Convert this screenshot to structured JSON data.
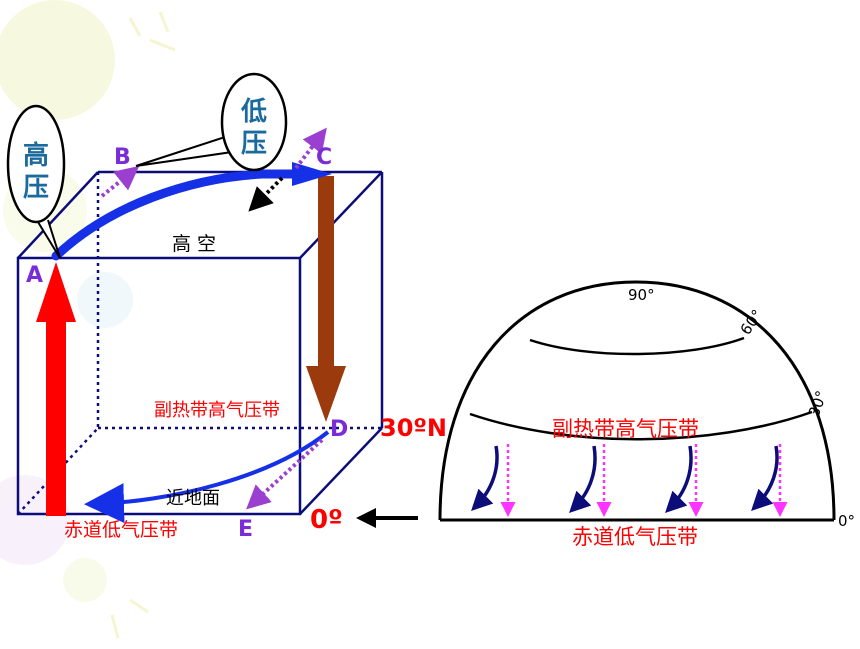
{
  "cube": {
    "letters": {
      "a": "A",
      "b": "B",
      "c": "C",
      "d": "D",
      "e": "E"
    },
    "high_air": "高 空",
    "near_ground": "近地面",
    "subtropical_belt": "副热带高气压带",
    "equatorial_belt": "赤道低气压带",
    "lat_30": "30ºN",
    "lat_0": "0º"
  },
  "callouts": {
    "high_pressure": [
      "高",
      "压"
    ],
    "low_pressure": [
      "低",
      "压"
    ]
  },
  "globe": {
    "lat_90": "90°",
    "lat_60": "60°",
    "lat_30": "30°",
    "lat_0": "0°",
    "subtropical_belt": "副热带高气压带",
    "equatorial_belt": "赤道低气压带"
  },
  "colors": {
    "cube_edge": "#0d0d7a",
    "blue_arrow": "#1530e6",
    "red_arrow": "#ff0000",
    "brown_arrow": "#9b3a0c",
    "purple_dotted": "#9a3fd0",
    "magenta_dotted": "#ff33ff",
    "label_red": "#ff0000",
    "letter_purple": "#7a2cd6",
    "callout_text": "#1a6a9e"
  }
}
